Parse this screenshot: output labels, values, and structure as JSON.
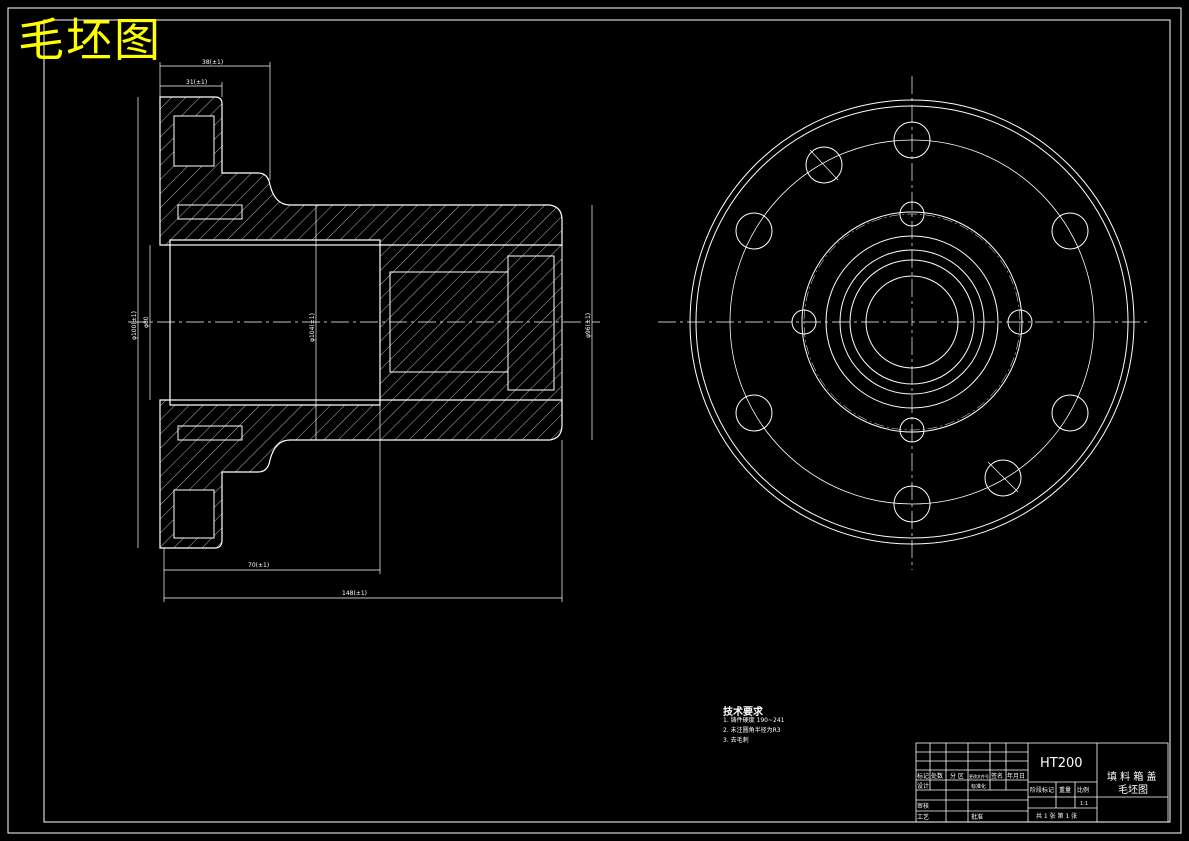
{
  "drawing": {
    "title": "毛坯图",
    "dimensions": {
      "top_width": "38(±1)",
      "flange_thk": "31(±1)",
      "bore_dia": "φ100(±1)",
      "bore_inner": "φ80",
      "mid_dia": "φ104(±1)",
      "body_dia": "φ96(±1)",
      "length_a": "70(±1)",
      "length_total": "148(±1)"
    },
    "tech_req_title": "技术要求",
    "tech_req_items": [
      "1. 铸件硬度 190~241",
      "2. 未注圆角半径为R3",
      "3. 去毛刺"
    ]
  },
  "title_block": {
    "material": "HT200",
    "part_name": "填 料 箱 盖",
    "drawing_type": "毛坯图",
    "scale": "1:1",
    "sheet": "共 1 张 第 1 张",
    "header_row": [
      "标记",
      "处数",
      "分 区",
      "更改文件号",
      "签名",
      "年月日"
    ],
    "row_design": "设计",
    "row_standard": "标准化",
    "row_stage": "阶段标记",
    "row_weight": "重量",
    "row_ratio": "比例",
    "row_review": "审核",
    "row_process": "工艺",
    "row_approve": "批准"
  },
  "colors": {
    "background": "#000000",
    "lines": "#ffffff",
    "title": "#ffff00"
  }
}
